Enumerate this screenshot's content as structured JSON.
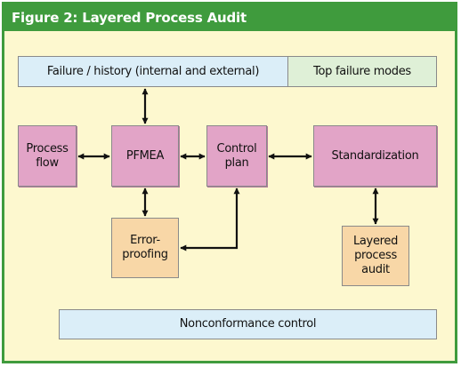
{
  "figure": {
    "title": "Figure 2: Layered Process Audit"
  },
  "nodes": {
    "failure_history": "Failure / history (internal and external)",
    "top_failure_modes": "Top failure modes",
    "process_flow": [
      "Process",
      "flow"
    ],
    "pfmea": "PFMEA",
    "control_plan": [
      "Control",
      "plan"
    ],
    "standardization": "Standardization",
    "error_proofing": [
      "Error-",
      "proofing"
    ],
    "layered_process_audit": [
      "Layered",
      "process",
      "audit"
    ],
    "nonconformance_control": "Nonconformance control"
  },
  "colors": {
    "frame_green": "#3f9b3d",
    "background_cream": "#fdf8cf",
    "process_pink": "#e2a4c7",
    "band_blue": "#dbeef8",
    "band_green": "#dff0d7",
    "support_tan": "#f8d7a7"
  }
}
